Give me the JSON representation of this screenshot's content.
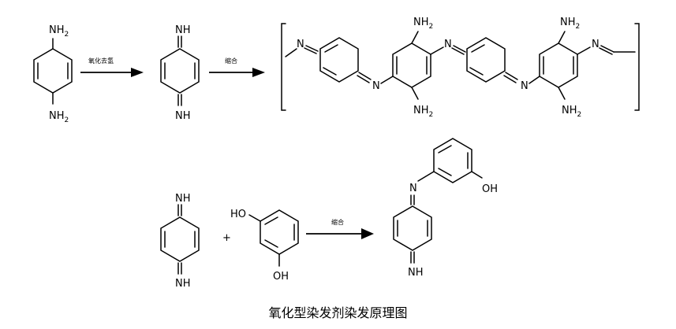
{
  "diagram": {
    "caption": "氧化型染发剂染发原理图",
    "arrow_labels": {
      "oxidize": "氧化去氢",
      "condense_top": "缩合",
      "condense_bottom": "缩合"
    },
    "groups": {
      "nh2": "NH",
      "nh2_sub": "2",
      "nh": "NH",
      "n": "N",
      "oh": "OH",
      "ho": "HO",
      "plus": "+"
    }
  }
}
